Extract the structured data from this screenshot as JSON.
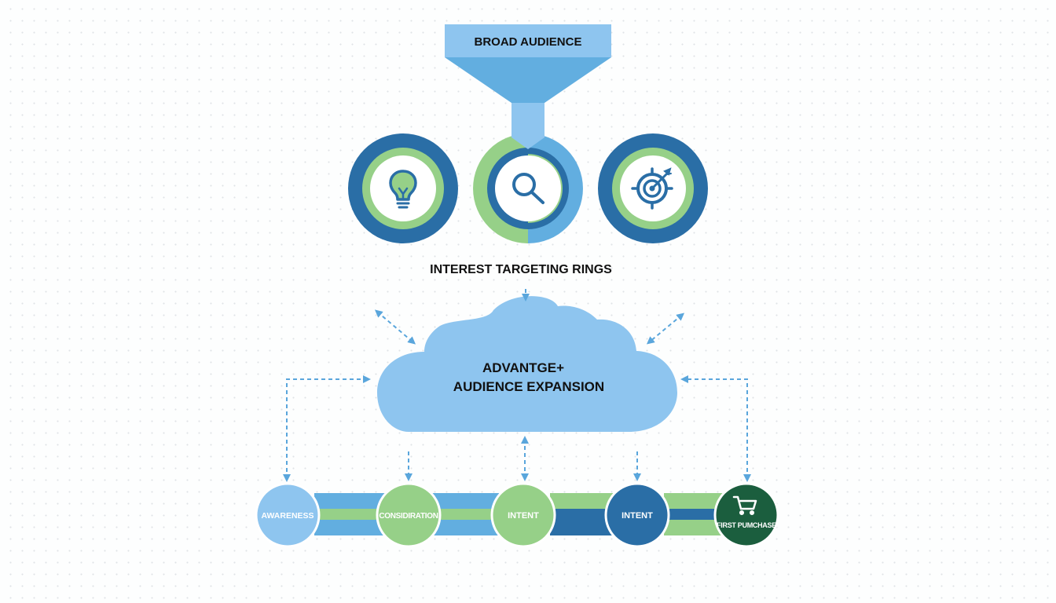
{
  "funnel": {
    "title": "BROAD AUDIENCE"
  },
  "rings": {
    "caption": "INTEREST TARGETING RINGS",
    "items": [
      {
        "icon": "lightbulb-icon"
      },
      {
        "icon": "magnifier-icon"
      },
      {
        "icon": "target-icon"
      }
    ]
  },
  "cloud": {
    "line1": "ADVANTGE+",
    "line2": "AUDIENCE EXPANSION"
  },
  "journey": {
    "stages": [
      {
        "label": "AWARENESS"
      },
      {
        "label": "CONSIDIRATION"
      },
      {
        "label": "INTENT"
      },
      {
        "label": "INTENT"
      },
      {
        "label": "FIRST PUMCHASE",
        "icon": "shopping-cart-icon"
      }
    ]
  },
  "colors": {
    "light_blue": "#8ec5ef",
    "mid_blue": "#62aee0",
    "dark_blue": "#2a6ea6",
    "green": "#96d088",
    "dark_green": "#1b5e3e",
    "arrow": "#5aa6dc"
  }
}
